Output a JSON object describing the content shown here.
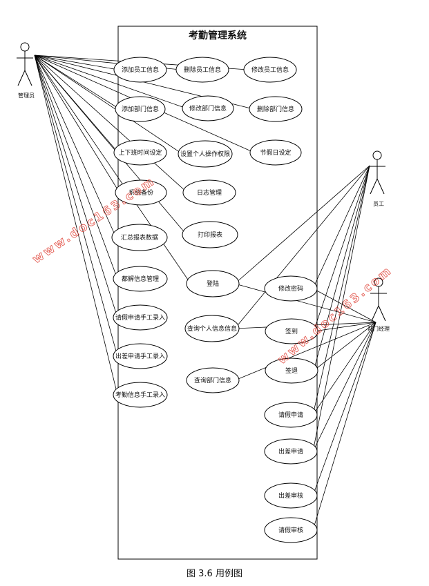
{
  "title": "考勤管理系统",
  "caption": "图 3.6 用例图",
  "watermark": "www.doc163.com",
  "watermark_color": "#e0453a",
  "actors": {
    "admin": "管理员",
    "employee": "员工",
    "manager": "部门经理"
  },
  "use_cases": {
    "add_employee": "添加员工信息",
    "delete_employee": "删除员工信息",
    "edit_employee": "修改员工信息",
    "add_dept": "添加部门信息",
    "edit_dept": "修改部门信息",
    "delete_dept": "删除部门信息",
    "work_time": "上下班时间设定",
    "permission": "设置个人操作权限",
    "holiday": "节假日设定",
    "backup": "系统备份",
    "log": "日志管理",
    "print": "打印报表",
    "summary": "汇总报表数据",
    "reward": "都解信息管理",
    "leave_manual": "请假申请手工录入",
    "trip_manual": "出差申请手工录入",
    "attend_manual": "考勤信息手工录入",
    "login": "登陆",
    "change_pwd": "修改密码",
    "query_personal": "查询个人信息信息",
    "sign_in": "签到",
    "sign_out": "签退",
    "query_dept": "查询部门信息",
    "leave_apply": "请假申请",
    "trip_apply": "出差申请",
    "trip_review": "出差审核",
    "leave_review": "请假审核"
  }
}
